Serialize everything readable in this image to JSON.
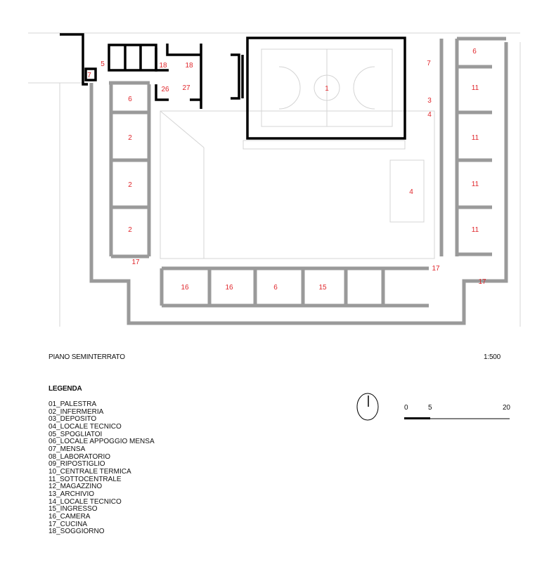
{
  "plan": {
    "title": "PIANO SEMINTERRATO",
    "scale_ratio": "1:500",
    "room_labels": [
      "5",
      "7",
      "18",
      "18",
      "26",
      "27",
      "1",
      "7",
      "6",
      "11",
      "3",
      "4",
      "11",
      "11",
      "11",
      "4",
      "6",
      "2",
      "2",
      "2",
      "17",
      "17",
      "17",
      "16",
      "16",
      "6",
      "15"
    ],
    "colors": {
      "label": "#e0262b",
      "old_wall": "#9a9a9a",
      "new_wall": "#000000",
      "thin_line": "#cfcfcf"
    }
  },
  "scale_bar": {
    "labels": [
      "0",
      "5",
      "20"
    ]
  },
  "legend": {
    "title": "LEGENDA",
    "items": [
      "01_PALESTRA",
      "02_INFERMERIA",
      "03_DEPOSITO",
      "04_LOCALE TECNICO",
      "05_SPOGLIATOI",
      "06_LOCALE APPOGGIO MENSA",
      "07_MENSA",
      "08_LABORATORIO",
      "09_RIPOSTIGLIO",
      "10_CENTRALE TERMICA",
      "11_SOTTOCENTRALE",
      "12_MAGAZZINO",
      "13_ARCHIVIO",
      "14_LOCALE TECNICO",
      "15_INGRESSO",
      "16_CAMERA",
      "17_CUCINA",
      "18_SOGGIORNO"
    ]
  }
}
